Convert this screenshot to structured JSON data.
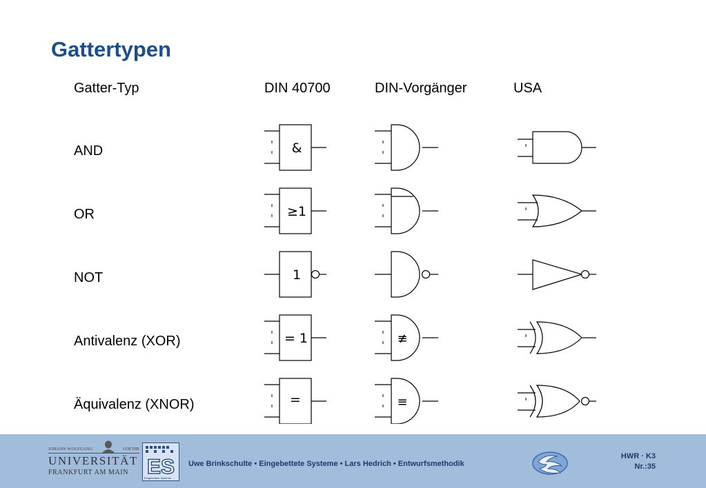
{
  "title": "Gattertypen",
  "columns": {
    "type": "Gatter-Typ",
    "din": "DIN 40700",
    "din_old": "DIN-Vorgänger",
    "usa": "USA"
  },
  "rows": [
    {
      "label": "AND",
      "din_symbol": "&"
    },
    {
      "label": "OR",
      "din_symbol": "≥1"
    },
    {
      "label": "NOT",
      "din_symbol": "1"
    },
    {
      "label": "Antivalenz (XOR)",
      "din_symbol": "= 1",
      "old_symbol": "≢"
    },
    {
      "label": "Äquivalenz (XNOR)",
      "din_symbol": "=",
      "old_symbol": "≡"
    }
  ],
  "footer": {
    "text": "Uwe Brinkschulte • Eingebettete Systeme • Lars Hedrich • Entwurfsmethodik",
    "slide_course": "HWR · K3",
    "slide_number": "Nr.:35",
    "uni_top_left": "JOHANN WOLFGANG",
    "uni_top_right": "GOETHE",
    "uni_name": "UNIVERSITÄT",
    "uni_city": "FRANKFURT AM MAIN",
    "es_caption": "Eingebettete Systeme"
  },
  "colors": {
    "title": "#1d4e8c",
    "footer_bg": "#a2bcdb",
    "footer_text": "#1d3a6c"
  },
  "icons": [
    "goethe-portrait-icon",
    "es-logo-icon",
    "swirl-logo-icon"
  ]
}
